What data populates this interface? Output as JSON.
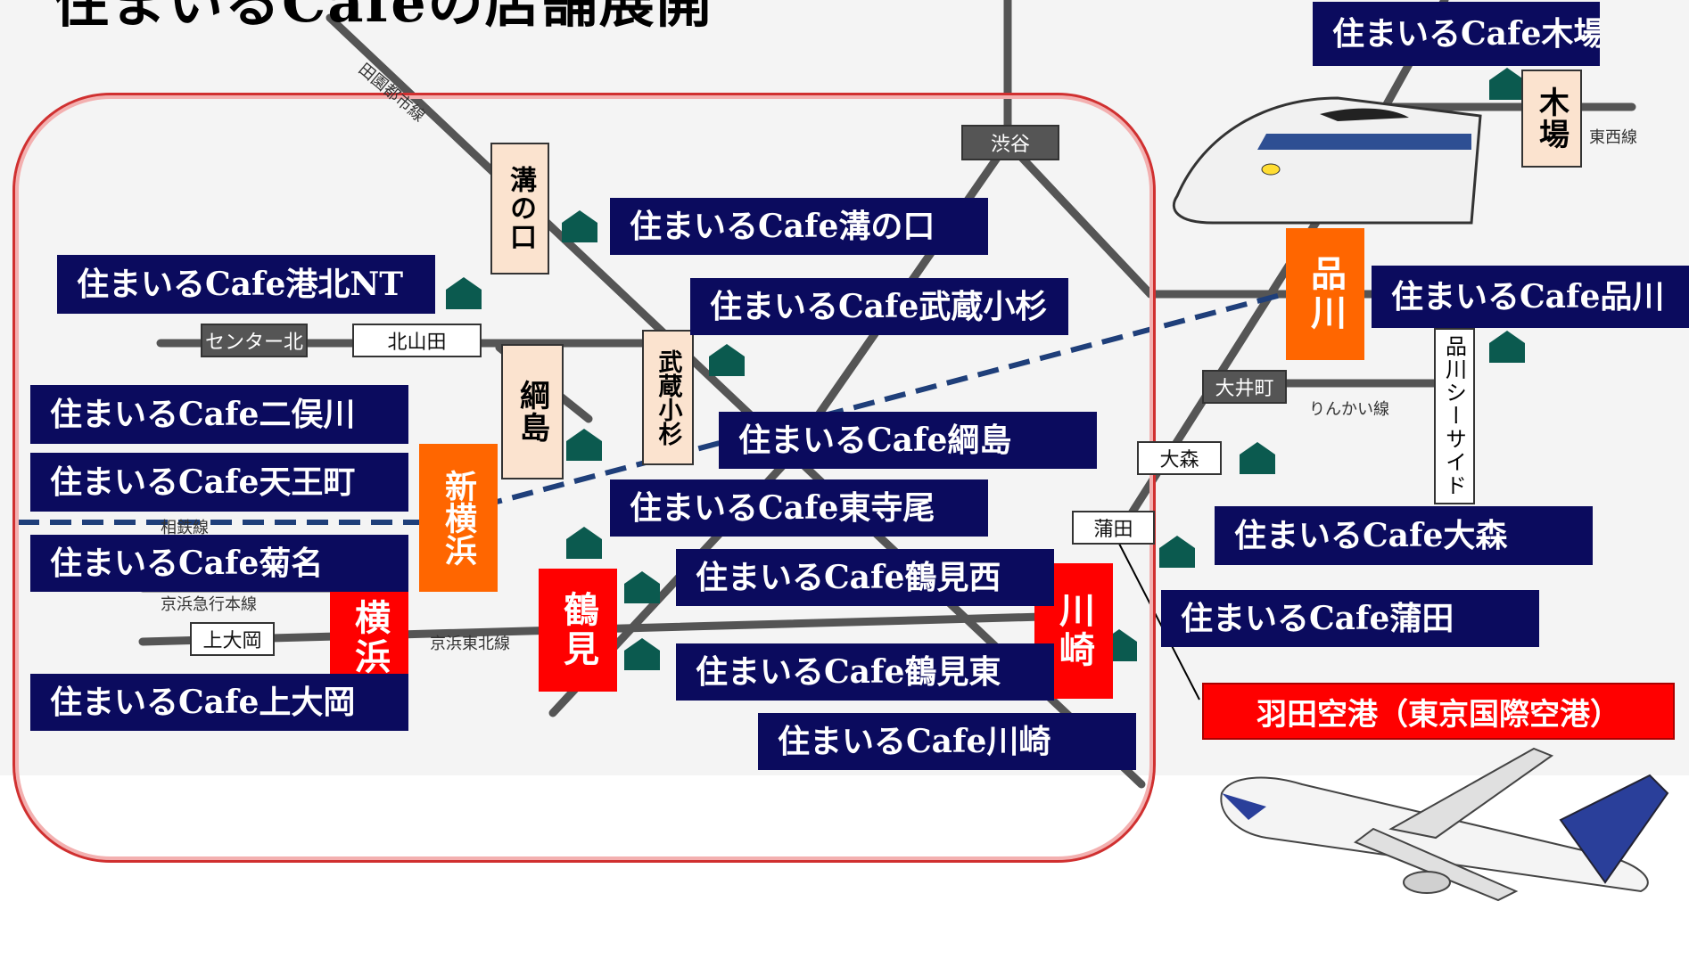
{
  "title": "住まいるCafeの店舗展開",
  "stores": {
    "kiba": "住まいるCafe木場",
    "mizonokuchi": "住まいるCafe溝の口",
    "kohoku_nt": "住まいるCafe港北NT",
    "musashi_kosugi": "住まいるCafe武蔵小杉",
    "shinagawa": "住まいるCafe品川",
    "futamatagawa": "住まいるCafe二俣川",
    "tsunashima": "住まいるCafe綱島",
    "tennocho": "住まいるCafe天王町",
    "higashi_terao": "住まいるCafe東寺尾",
    "omori": "住まいるCafe大森",
    "kikuna": "住まいるCafe菊名",
    "tsurumi_nishi": "住まいるCafe鶴見西",
    "kamata": "住まいるCafe蒲田",
    "kamiooka": "住まいるCafe上大岡",
    "tsurumi_higashi": "住まいるCafe鶴見東",
    "kawasaki": "住まいるCafe川崎"
  },
  "station_labels": {
    "mizonokuchi": "溝の口",
    "tsunashima": "綱島",
    "musashi_kosugi": "武蔵小杉",
    "kiba": "木場",
    "shibuya": "渋谷",
    "center_kita": "センター北",
    "kitayamata": "北山田",
    "oimachi": "大井町",
    "omori": "大森",
    "kamata": "蒲田",
    "kamiooka": "上大岡",
    "shinagawa_seaside": "品川シーサイド"
  },
  "major_stations": {
    "shinagawa": "品川",
    "shin_yokohama": "新横浜",
    "yokohama": "横浜",
    "tsurumi": "鶴見",
    "kawasaki": "川崎"
  },
  "line_labels": {
    "denentoshi": "田園都市線",
    "tozai": "東西線",
    "rinkai": "りんかい線",
    "keikyu": "京浜急行本線",
    "keihin_tohoku": "京浜東北線",
    "sotetsu": "相鉄線"
  },
  "airport": "羽田空港（東京国際空港）",
  "colors": {
    "store_box": "#0b0b5e",
    "major_red": "#ff0000",
    "major_orange": "#ff6600",
    "label_beige": "#fbe3cf",
    "dashed_line": "#1f3f7a",
    "frame": "#d03030"
  }
}
